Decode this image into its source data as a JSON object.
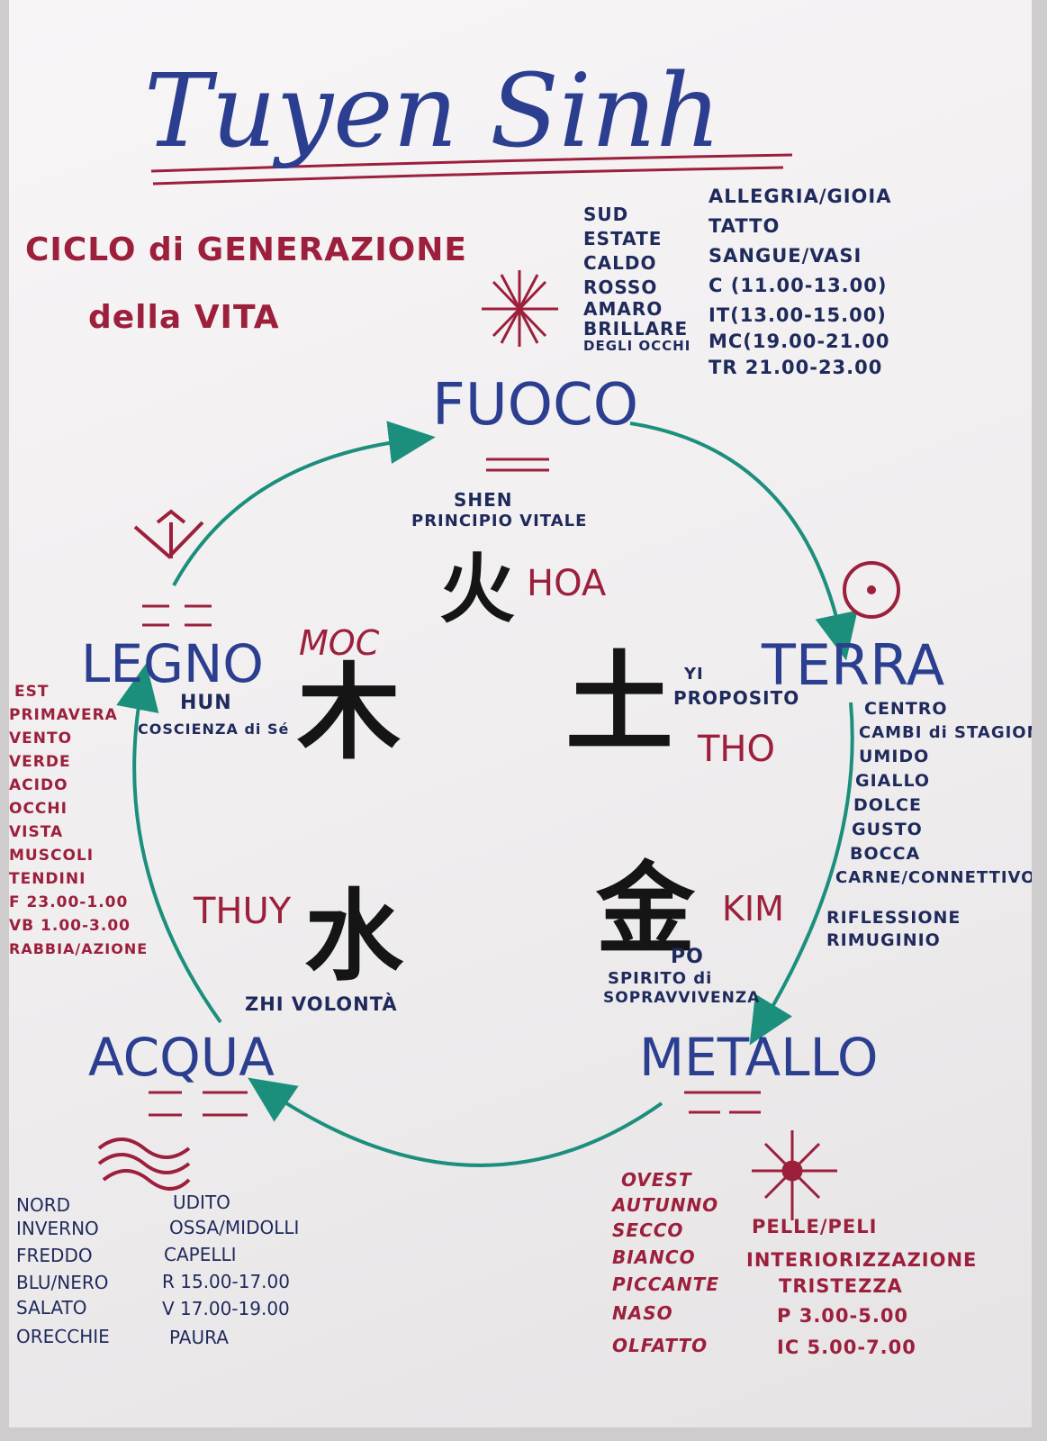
{
  "title": "Tuyen Sinh",
  "subtitle": {
    "line1": "CICLO di GENERAZIONE",
    "line2": "della VITA"
  },
  "elements": {
    "fire": {
      "name": "FUOCO",
      "spirit": "SHEN",
      "spirit_desc": "PRINCIPIO VITALE",
      "glyph": "火",
      "viet": "HOA",
      "left_col": [
        "SUD",
        "ESTATE",
        "CALDO",
        "ROSSO",
        "AMARO",
        "BRILLARE",
        "DEGLI OCCHI"
      ],
      "right_col": [
        "ALLEGRIA/GIOIA",
        "TATTO",
        "SANGUE/VASI",
        "C (11.00-13.00)",
        "IT(13.00-15.00)",
        "MC(19.00-21.00",
        "TR 21.00-23.00"
      ]
    },
    "earth": {
      "name": "TERRA",
      "spirit": "YI",
      "spirit_desc": "PROPOSITO",
      "glyph": "土",
      "viet": "THO",
      "col": [
        "CENTRO",
        "CAMBI di STAGIONE",
        "UMIDO",
        "GIALLO",
        "DOLCE",
        "GUSTO",
        "BOCCA",
        "CARNE/CONNETTIVO",
        "RIFLESSIONE",
        "RIMUGINIO"
      ]
    },
    "metal": {
      "name": "METALLO",
      "spirit": "PO",
      "spirit_desc_1": "SPIRITO di",
      "spirit_desc_2": "SOPRAVVIVENZA",
      "glyph": "金",
      "viet": "KIM",
      "left_col": [
        "OVEST",
        "AUTUNNO",
        "SECCO",
        "BIANCO",
        "PICCANTE",
        "NASO",
        "OLFATTO"
      ],
      "right_col": [
        "PELLE/PELI",
        "INTERIORIZZAZIONE",
        "TRISTEZZA",
        "P 3.00-5.00",
        "IC 5.00-7.00"
      ]
    },
    "water": {
      "name": "ACQUA",
      "spirit": "ZHI VOLONTÀ",
      "glyph": "水",
      "viet": "THUY",
      "left_col": [
        "NORD",
        "INVERNO",
        "FREDDO",
        "BLU/NERO",
        "SALATO",
        "ORECCHIE"
      ],
      "right_col": [
        "UDITO",
        "OSSA/MIDOLLI",
        "CAPELLI",
        "R 15.00-17.00",
        "V 17.00-19.00",
        "PAURA"
      ]
    },
    "wood": {
      "name": "LEGNO",
      "spirit": "HUN",
      "spirit_desc": "COSCIENZA di Sé",
      "glyph": "木",
      "viet": "MOC",
      "col": [
        "EST",
        "PRIMAVERA",
        "VENTO",
        "VERDE",
        "ACIDO",
        "OCCHI",
        "VISTA",
        "MUSCOLI",
        "TENDINI",
        "F 23.00-1.00",
        "VB 1.00-3.00",
        "RABBIA/AZIONE"
      ]
    }
  },
  "colors": {
    "ink_blue": "#2b3e8f",
    "ink_red": "#9c1f3c",
    "ink_green": "#1c8f7c",
    "ink_black": "#151515"
  }
}
